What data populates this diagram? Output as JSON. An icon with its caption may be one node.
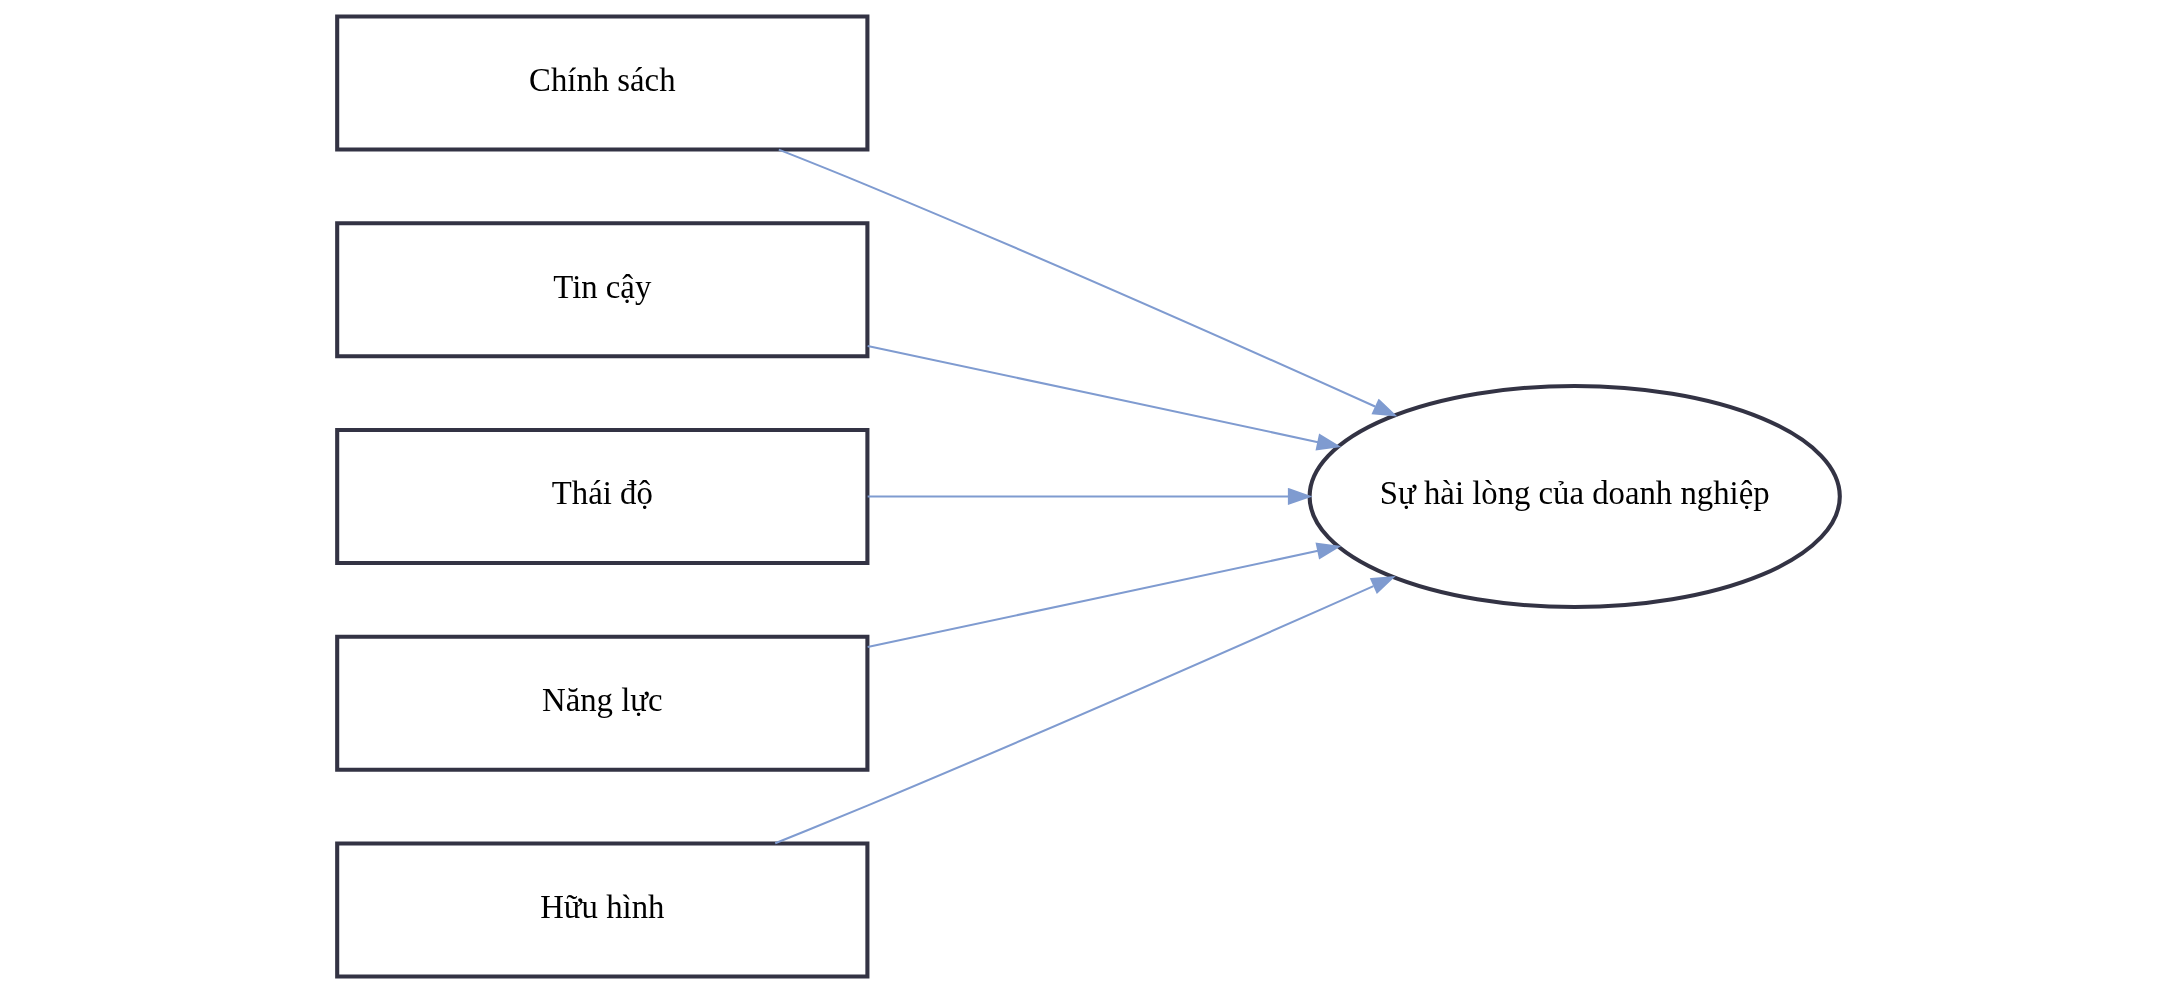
{
  "diagram": {
    "nodes": [
      {
        "text": [
          "Chính sách"
        ]
      },
      {
        "text": [
          "Tin cậy"
        ]
      },
      {
        "text": [
          "Thái độ"
        ]
      },
      {
        "text": [
          "Năng lực"
        ]
      },
      {
        "text": [
          "Hữu hình"
        ]
      },
      {
        "text": [
          "Sự hài lòng của doanh nghiệp"
        ]
      }
    ],
    "edges": [
      {
        "from": 0,
        "to": 5,
        "arrow": "to"
      },
      {
        "from": 1,
        "to": 5,
        "arrow": "to"
      },
      {
        "from": 2,
        "to": 5,
        "arrow": "to"
      },
      {
        "from": 3,
        "to": 5,
        "arrow": "to"
      },
      {
        "from": 4,
        "to": 5,
        "arrow": "to"
      }
    ]
  }
}
